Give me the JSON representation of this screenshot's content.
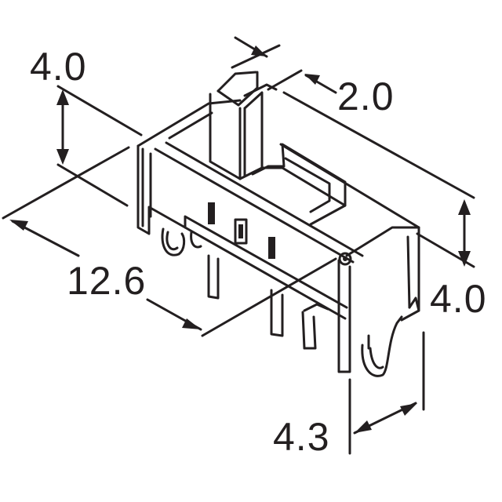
{
  "diagram": {
    "dimensions": {
      "height_left": "4.0",
      "width_top": "2.0",
      "length": "12.6",
      "height_right": "4.0",
      "pin_pitch": "4.3"
    },
    "line_color": "#231f20",
    "background": "#ffffff"
  }
}
